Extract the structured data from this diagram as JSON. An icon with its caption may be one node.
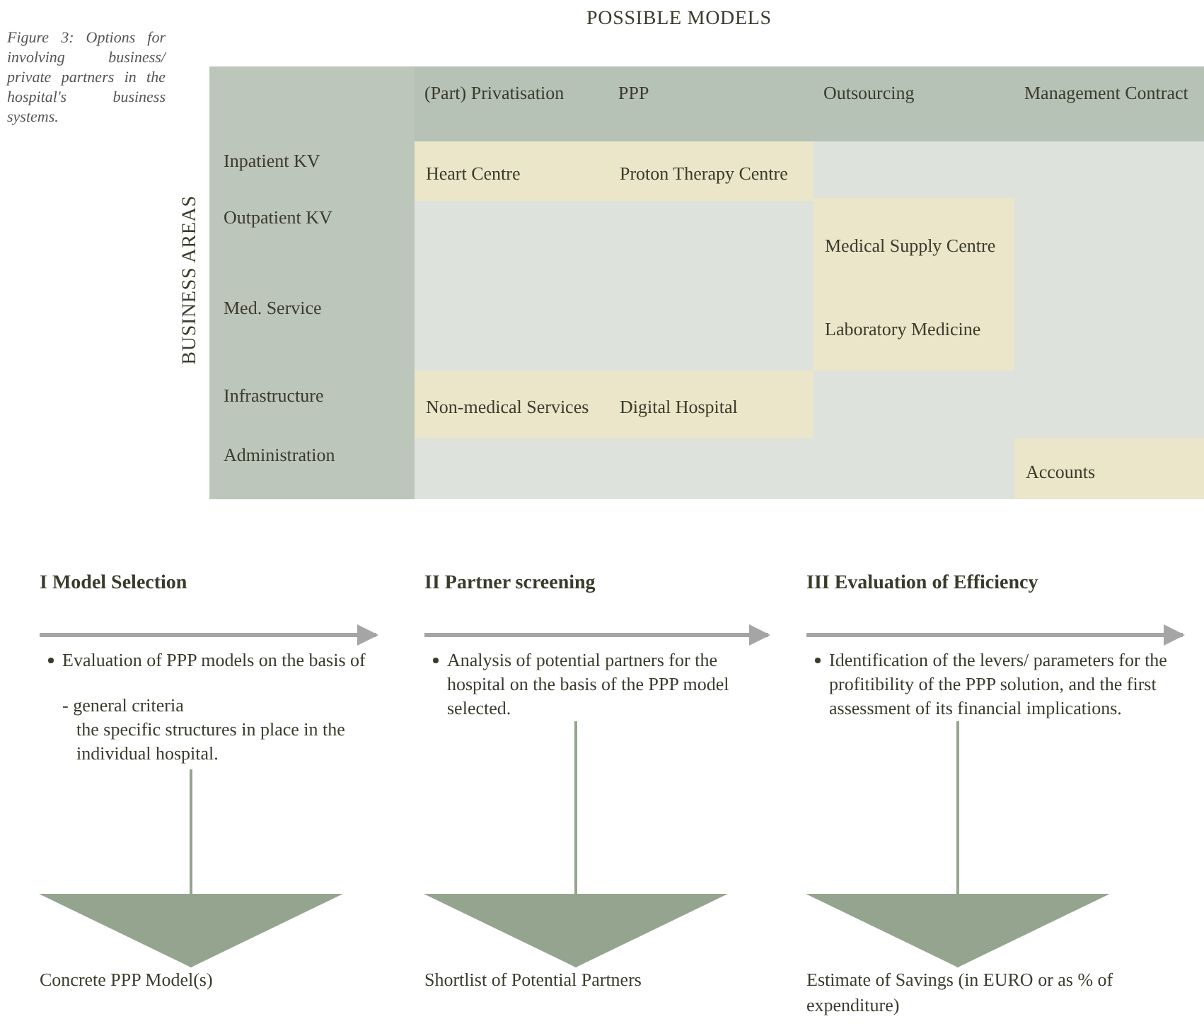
{
  "diagram": {
    "caption": "Figure 3: Options for involving business/ private partners in the hospital's business systems.",
    "nodes": [
      {
        "text": [
          "Heart Centre"
        ]
      },
      {
        "text": [
          "Proton Therapy Centre"
        ]
      },
      {
        "text": [
          "Medical Supply Centre",
          "Laboratory Medicine"
        ]
      },
      {
        "text": [
          "Non-medical Services"
        ]
      },
      {
        "text": [
          "Digital Hospital"
        ]
      },
      {
        "text": [
          "Accounts"
        ]
      },
      {
        "text": [
          "I Model Selection",
          "Evaluation of PPP models on the basis of",
          "- general criteria",
          "the specific structures in place in the individual hospital."
        ]
      },
      {
        "text": [
          "II Partner screening",
          "Analysis of potential partners for the hospital on the basis of the PPP model selected."
        ]
      },
      {
        "text": [
          "III Evaluation of Efficiency",
          "Identification of the levers/ parameters for the profitibility of the PPP solution, and the first assessment of its financial implications."
        ]
      },
      {
        "text": [
          "Concrete PPP Model(s)"
        ]
      },
      {
        "text": [
          "Shortlist of Potential Partners"
        ]
      },
      {
        "text": [
          "Estimate of Savings (in EURO or as % of expenditure)"
        ]
      }
    ],
    "edges": [
      {
        "from": 6,
        "to": 9,
        "arrow": "to"
      },
      {
        "from": 7,
        "to": 10,
        "arrow": "to"
      },
      {
        "from": 8,
        "to": 11,
        "arrow": "to"
      }
    ],
    "labels": [
      "POSSIBLE MODELS",
      "(Part) Privatisation",
      "PPP",
      "Outsourcing",
      "Management Contract",
      "BUSINESS AREAS",
      "Inpatient KV",
      "Outpatient KV",
      "Med. Service",
      "Infrastructure",
      "Administration"
    ]
  }
}
